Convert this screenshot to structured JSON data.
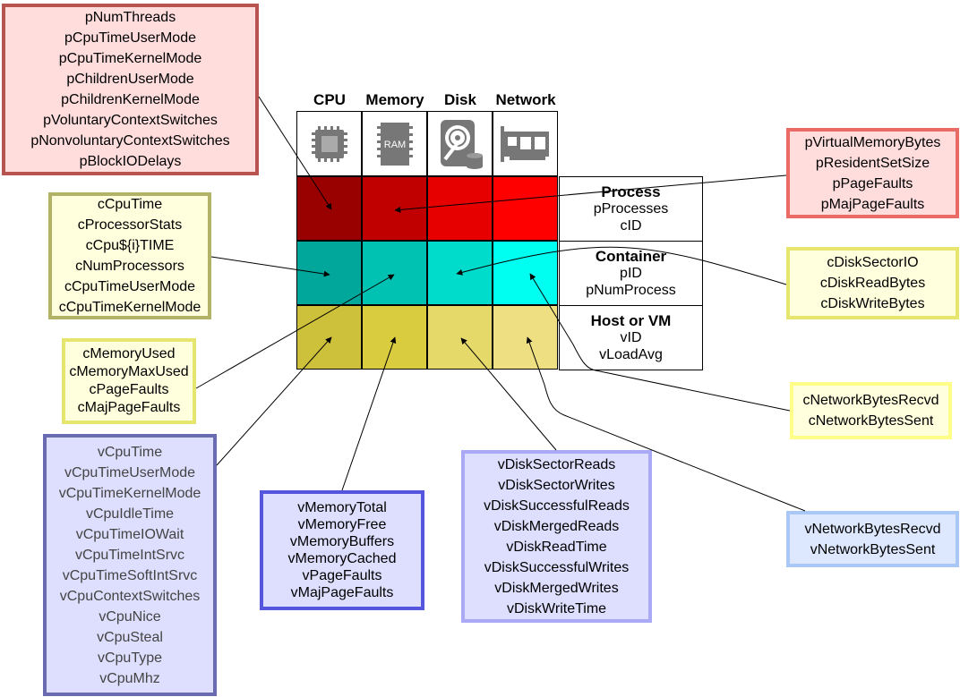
{
  "columns": {
    "cpu": "CPU",
    "memory": "Memory",
    "disk": "Disk",
    "network": "Network"
  },
  "icons": {
    "cpu": "cpu-chip-icon",
    "memory": "ram-module-icon",
    "disk": "hard-disk-icon",
    "network": "network-card-icon",
    "ram_label": "RAM"
  },
  "rows": {
    "process": {
      "title": "Process",
      "lines": [
        "pProcesses",
        "cID"
      ]
    },
    "container": {
      "title": "Container",
      "lines": [
        "pID",
        "pNumProcess"
      ]
    },
    "host": {
      "title": "Host or VM",
      "lines": [
        "vID",
        "vLoadAvg"
      ]
    }
  },
  "colors": {
    "process": [
      "#990000",
      "#c00000",
      "#e60000",
      "#ff0000"
    ],
    "container": [
      "#00a79a",
      "#00c2b2",
      "#00dccb",
      "#00fff0"
    ],
    "host": [
      "#cdc03a",
      "#d9cc3e",
      "#e5d96a",
      "#eedf83"
    ]
  },
  "boxes": {
    "process_cpu": [
      "pNumThreads",
      "pCpuTimeUserMode",
      "pCpuTimeKernelMode",
      "pChildrenUserMode",
      "pChildrenKernelMode",
      "pVoluntaryContextSwitches",
      "pNonvoluntaryContextSwitches",
      "pBlockIODelays"
    ],
    "process_memory": [
      "pVirtualMemoryBytes",
      "pResidentSetSize",
      "pPageFaults",
      "pMajPageFaults"
    ],
    "container_cpu": [
      "cCpuTime",
      "cProcessorStats",
      "cCpu${i}TIME",
      "cNumProcessors",
      "cCpuTimeUserMode",
      "cCpuTimeKernelMode"
    ],
    "container_memory": [
      "cMemoryUsed",
      "cMemoryMaxUsed",
      "cPageFaults",
      "cMajPageFaults"
    ],
    "container_disk": [
      "cDiskSectorIO",
      "cDiskReadBytes",
      "cDiskWriteBytes"
    ],
    "container_network": [
      "cNetworkBytesRecvd",
      "cNetworkBytesSent"
    ],
    "host_cpu": [
      "vCpuTime",
      "vCpuTimeUserMode",
      "vCpuTimeKernelMode",
      "vCpuIdleTime",
      "vCpuTimeIOWait",
      "vCpuTimeIntSrvc",
      "vCpuTimeSoftIntSrvc",
      "vCpuContextSwitches",
      "vCpuNice",
      "vCpuSteal",
      "vCpuType",
      "vCpuMhz"
    ],
    "host_memory": [
      "vMemoryTotal",
      "vMemoryFree",
      "vMemoryBuffers",
      "vMemoryCached",
      "vPageFaults",
      "vMajPageFaults"
    ],
    "host_disk": [
      "vDiskSectorReads",
      "vDiskSectorWrites",
      "vDiskSuccessfulReads",
      "vDiskMergedReads",
      "vDiskReadTime",
      "vDiskSuccessfulWrites",
      "vDiskMergedWrites",
      "vDiskWriteTime"
    ],
    "host_network": [
      "vNetworkBytesRecvd",
      "vNetworkBytesSent"
    ]
  }
}
